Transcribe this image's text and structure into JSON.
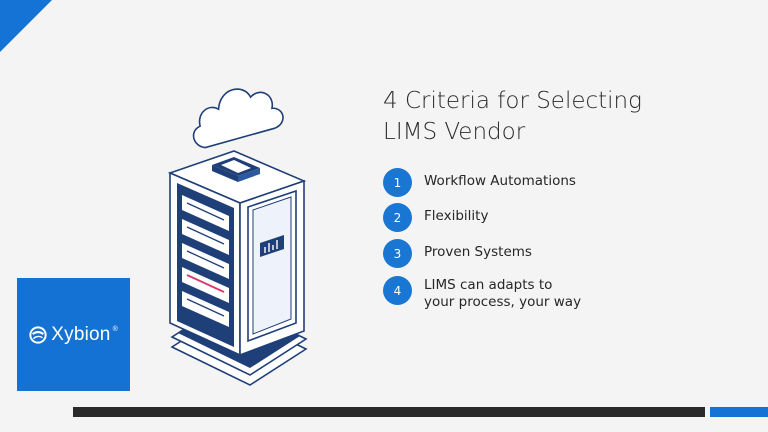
{
  "slide": {
    "title_line1": "4 Criteria for Selecting",
    "title_line2": "LIMS Vendor"
  },
  "criteria": [
    {
      "number": "1",
      "label": "Workflow Automations"
    },
    {
      "number": "2",
      "label": "Flexibility"
    },
    {
      "number": "3",
      "label": "Proven Systems"
    },
    {
      "number": "4",
      "label_line1": "LIMS can adapts to",
      "label_line2": "your process, your way"
    }
  ],
  "logo": {
    "name": "Xybion",
    "mark": "®",
    "icon": "xybion-swirl-icon"
  },
  "illustration": {
    "icons": [
      "cloud-icon",
      "server-rack-icon",
      "bar-chart-icon"
    ]
  },
  "colors": {
    "accent": "#1673d6",
    "badge": "#1976d2",
    "dark_bar": "#2a2a2a",
    "server_navy": "#1f3f78",
    "background": "#f4f4f4"
  }
}
